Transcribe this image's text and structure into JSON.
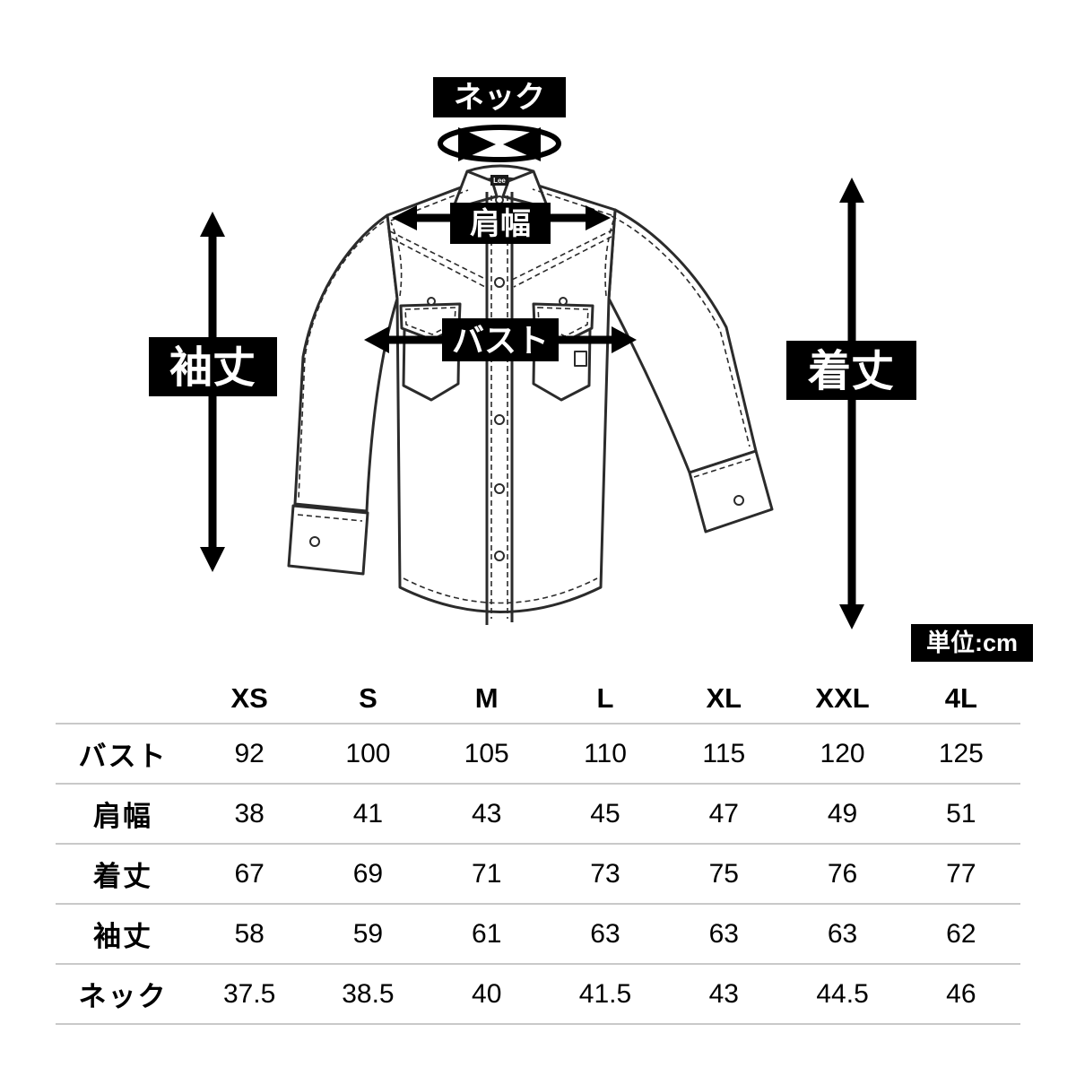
{
  "diagram": {
    "brand_tag": "Lee",
    "labels": {
      "neck": "ネック",
      "shoulder": "肩幅",
      "bust": "バスト",
      "sleeve": "袖丈",
      "length": "着丈",
      "unit": "単位:cm"
    }
  },
  "size_table": {
    "columns": [
      "XS",
      "S",
      "M",
      "L",
      "XL",
      "XXL",
      "4L"
    ],
    "rows": [
      {
        "label": "バスト",
        "values": [
          "92",
          "100",
          "105",
          "110",
          "115",
          "120",
          "125"
        ]
      },
      {
        "label": "肩幅",
        "values": [
          "38",
          "41",
          "43",
          "45",
          "47",
          "49",
          "51"
        ]
      },
      {
        "label": "着丈",
        "values": [
          "67",
          "69",
          "71",
          "73",
          "75",
          "76",
          "77"
        ]
      },
      {
        "label": "袖丈",
        "values": [
          "58",
          "59",
          "61",
          "63",
          "63",
          "63",
          "62"
        ]
      },
      {
        "label": "ネック",
        "values": [
          "37.5",
          "38.5",
          "40",
          "41.5",
          "43",
          "44.5",
          "46"
        ]
      }
    ]
  },
  "colors": {
    "label_bg": "#000000",
    "label_fg": "#ffffff",
    "line_art": "#2b2b2b",
    "table_rule": "#c9c9c9"
  }
}
